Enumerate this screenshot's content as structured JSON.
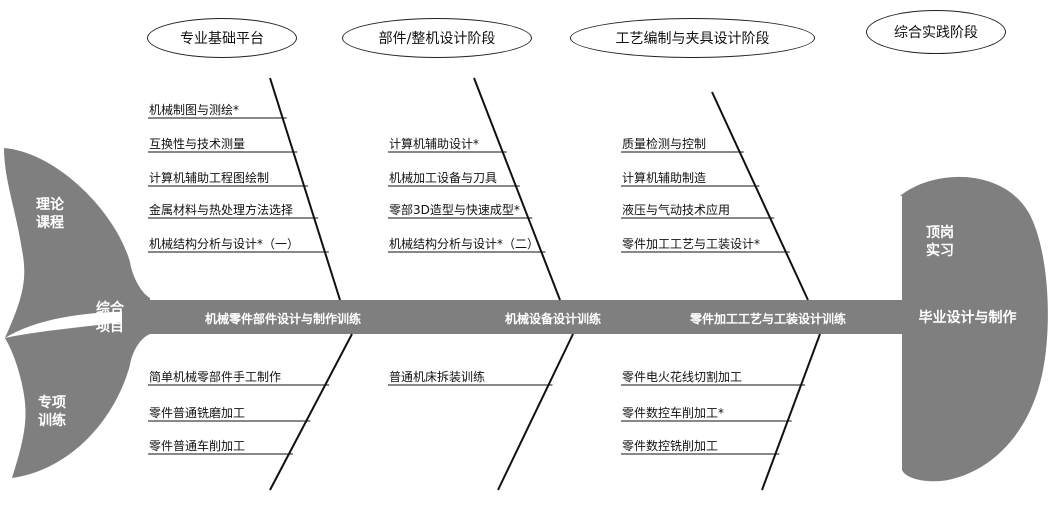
{
  "stages": [
    {
      "label": "专业基础平台"
    },
    {
      "label": "部件/整机设计阶段"
    },
    {
      "label": "工艺编制与夹具设计阶段"
    },
    {
      "label": "综合实践阶段"
    }
  ],
  "tail": {
    "top": "理论\n课程",
    "middle": "综合\n项目",
    "bottom": "专项\n训练"
  },
  "head": {
    "top": "顶岗\n实习",
    "main": "毕业设计与制作"
  },
  "spine": [
    {
      "label": "机械零件部件设计与制作训练"
    },
    {
      "label": "机械设备设计训练"
    },
    {
      "label": "零件加工工艺与工装设计训练"
    }
  ],
  "bones": [
    {
      "upper": [
        "机械制图与测绘*",
        "互换性与技术测量",
        "计算机辅助工程图绘制",
        "金属材料与热处理方法选择",
        "机械结构分析与设计*（一）"
      ],
      "lower": [
        "简单机械零部件手工制作",
        "零件普通铣磨加工",
        "零件普通车削加工"
      ]
    },
    {
      "upper": [
        "计算机辅助设计*",
        "机械加工设备与刀具",
        "零部3D造型与快速成型*",
        "机械结构分析与设计*（二）"
      ],
      "lower": [
        "普通机床拆装训练"
      ]
    },
    {
      "upper": [
        "质量检测与控制",
        "计算机辅助制造",
        "液压与气动技术应用",
        "零件加工工艺与工装设计*"
      ],
      "lower": [
        "零件电火花线切割加工",
        "零件数控车削加工*",
        "零件数控铣削加工"
      ]
    }
  ],
  "colors": {
    "shape": "#7f7f7f",
    "line": "#111111",
    "background": "#ffffff"
  }
}
